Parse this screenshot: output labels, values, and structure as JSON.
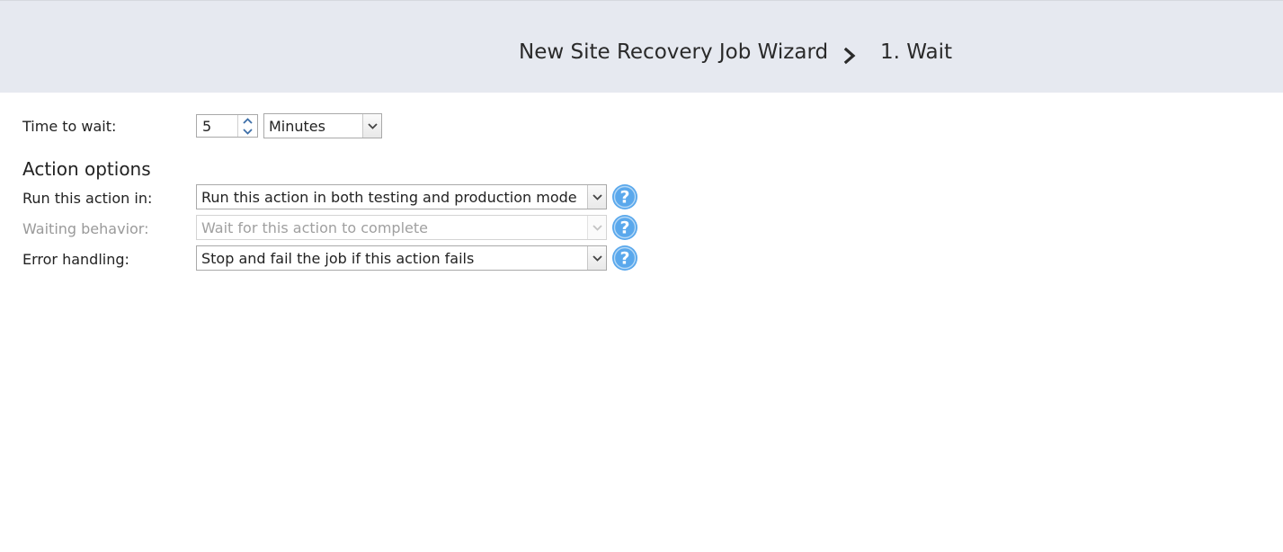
{
  "header": {
    "wizard_title": "New Site Recovery Job Wizard",
    "step_title": "1. Wait",
    "separator_icon": "chevron-right-icon"
  },
  "time_to_wait": {
    "label": "Time to wait:",
    "value": "5",
    "unit": "Minutes"
  },
  "action_options": {
    "title": "Action options",
    "run_in": {
      "label": "Run this action in:",
      "value": "Run this action in both testing and production mode"
    },
    "waiting_behavior": {
      "label": "Waiting behavior:",
      "value": "Wait for this action to complete",
      "disabled": true
    },
    "error_handling": {
      "label": "Error handling:",
      "value": "Stop and fail the job if this action fails"
    }
  },
  "colors": {
    "header_bg": "#e6e9f0",
    "help_icon": "#5aa8ec"
  }
}
